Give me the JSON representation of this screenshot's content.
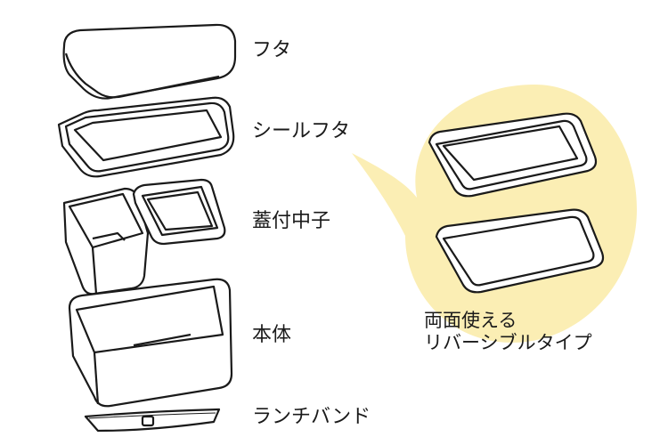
{
  "parts": {
    "lid": "フタ",
    "seal_lid": "シールフタ",
    "inner_box": "蓋付中子",
    "body": "本体",
    "lunch_band": "ランチバンド"
  },
  "callout": {
    "line1": "両面使える",
    "line2": "リバーシブルタイプ"
  },
  "colors": {
    "outline": "#1a1a1a",
    "bubble": "#fbeeb4",
    "fill": "#ffffff"
  }
}
